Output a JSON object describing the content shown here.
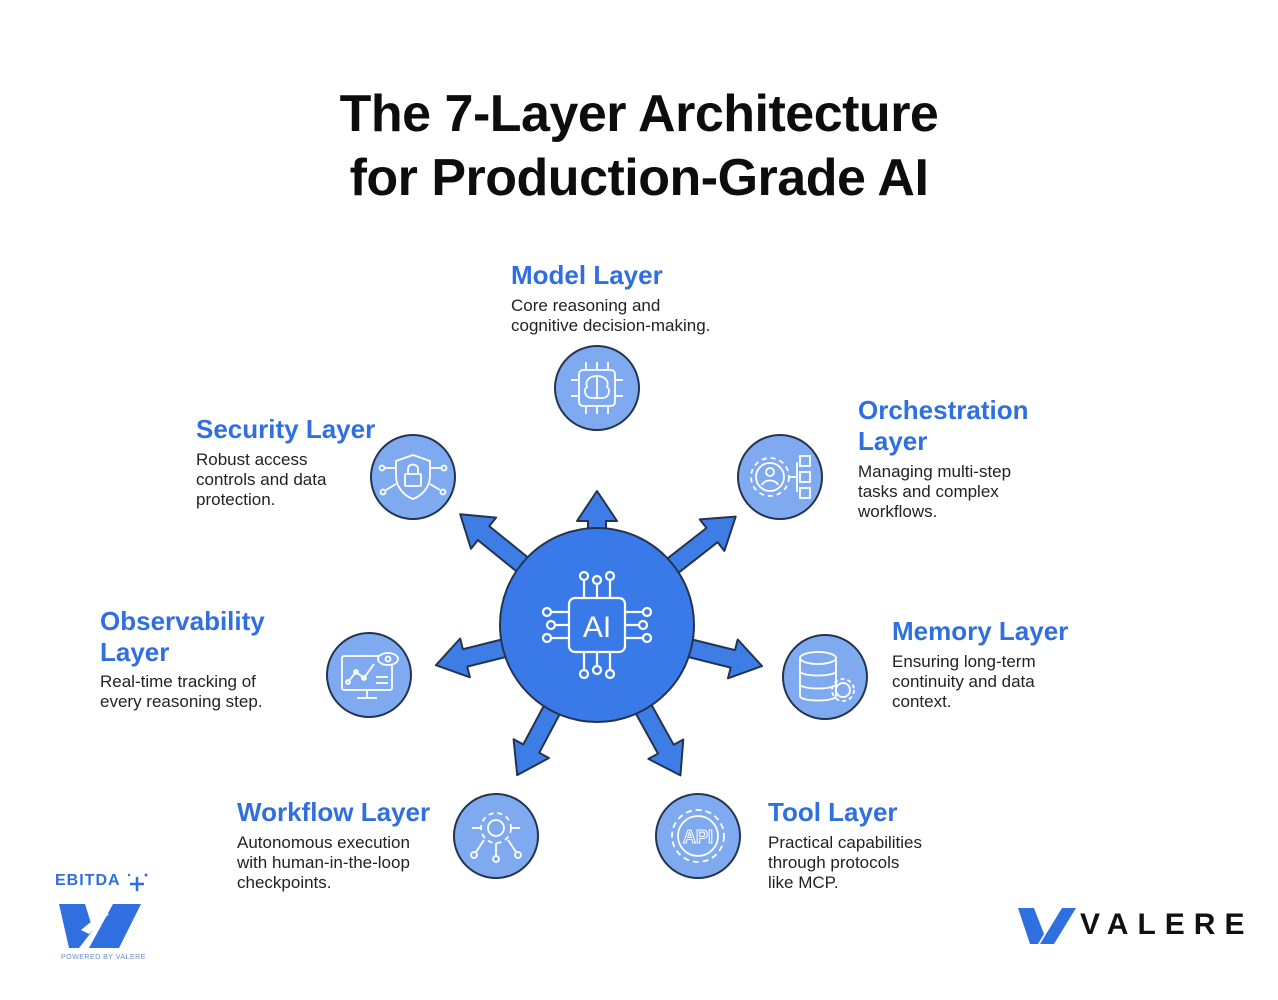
{
  "title": {
    "line1": "The 7-Layer Architecture",
    "line2": "for Production-Grade AI"
  },
  "center": {
    "label": "AI"
  },
  "layers": [
    {
      "title": [
        "Model Layer"
      ],
      "desc": [
        "Core reasoning and",
        "cognitive decision-making."
      ],
      "icon": "brain-chip-icon"
    },
    {
      "title": [
        "Orchestration",
        "Layer"
      ],
      "desc": [
        "Managing multi-step",
        "tasks and complex",
        "workflows."
      ],
      "icon": "gear-workflow-icon"
    },
    {
      "title": [
        "Memory Layer"
      ],
      "desc": [
        "Ensuring long-term",
        "continuity and data",
        "context."
      ],
      "icon": "database-gear-icon"
    },
    {
      "title": [
        "Tool Layer"
      ],
      "desc": [
        "Practical capabilities",
        "through protocols",
        "like MCP."
      ],
      "icon": "api-gear-icon"
    },
    {
      "title": [
        "Workflow Layer"
      ],
      "desc": [
        "Autonomous execution",
        "with human-in-the-loop",
        "checkpoints."
      ],
      "icon": "gear-circuit-icon"
    },
    {
      "title": [
        "Observability",
        "Layer"
      ],
      "desc": [
        "Real-time tracking of",
        "every reasoning step."
      ],
      "icon": "monitor-eye-icon"
    },
    {
      "title": [
        "Security Layer"
      ],
      "desc": [
        "Robust access",
        "controls and data",
        "protection."
      ],
      "icon": "shield-lock-icon"
    }
  ],
  "logos": {
    "ebitda": "EBITDA",
    "powered": "POWERED BY VALERE",
    "valere": "VALERE"
  },
  "colors": {
    "accent": "#2f6fe0",
    "hub": "#3a7ae8",
    "icon_fill": "#80aaf0",
    "outline": "#23344f"
  }
}
